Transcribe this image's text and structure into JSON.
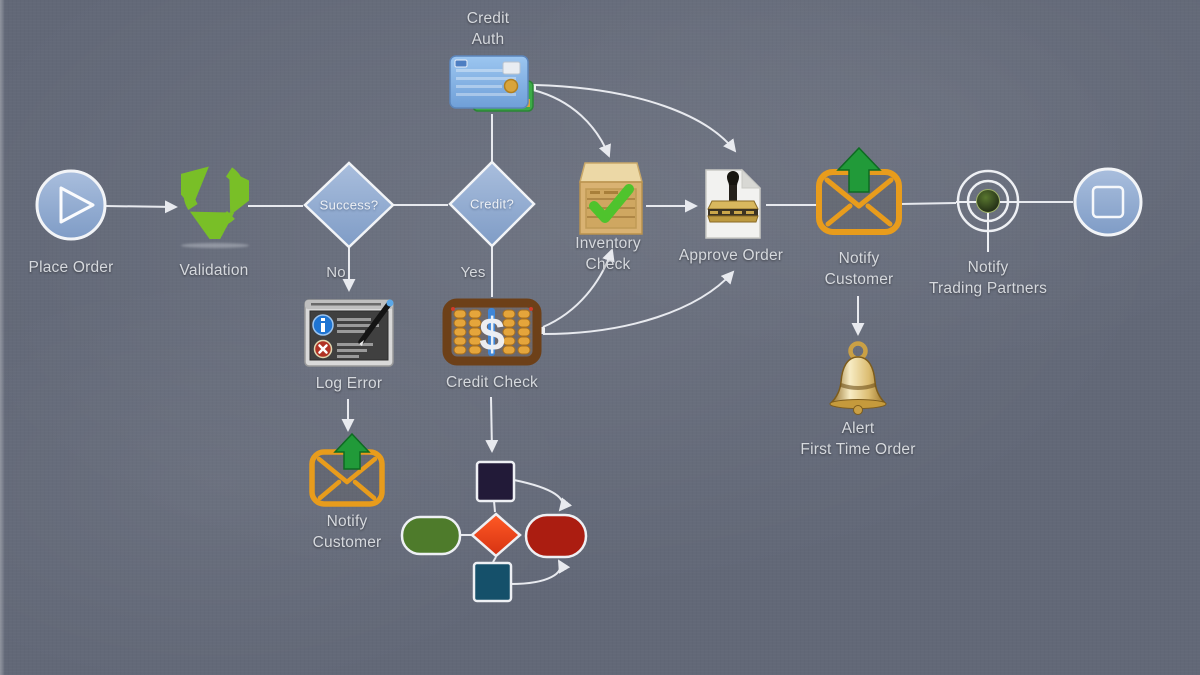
{
  "diagram": {
    "nodes": {
      "place_order": {
        "label": "Place Order"
      },
      "validation": {
        "label": "Validation"
      },
      "success_gateway": {
        "label": "Success?"
      },
      "credit_gateway": {
        "label": "Credit?"
      },
      "credit_auth": {
        "label": "Credit\nAuth"
      },
      "inventory_check": {
        "label": "Inventory\nCheck"
      },
      "approve_order": {
        "label": "Approve Order"
      },
      "notify_customer_main": {
        "label": "Notify\nCustomer"
      },
      "notify_trading_partners": {
        "label": "Notify\nTrading Partners"
      },
      "log_error": {
        "label": "Log Error"
      },
      "credit_check": {
        "label": "Credit Check",
        "icon_text": "$"
      },
      "notify_customer_error": {
        "label": "Notify\nCustomer"
      },
      "alert_first_time_order": {
        "label": "Alert\nFirst Time Order"
      }
    },
    "edge_labels": {
      "no": "No",
      "yes": "Yes"
    },
    "colors": {
      "background": "#626877",
      "node_fill": "#94aed3",
      "node_stroke": "#f2f4f7",
      "connector": "#e8eaef",
      "label_text": "#d6d9de",
      "validation_green": "#79bf27",
      "envelope_orange": "#e89c1c",
      "arrow_green": "#219a39",
      "box_tan": "#d9b272",
      "check_green": "#4fc32d",
      "abacus_frame_brown": "#6d4018",
      "abacus_beads_gold": "#e5a53b",
      "abacus_rod_blue": "#3e86d8",
      "bell_gold": "#caa045",
      "card_blue": "#7fb0e4",
      "card_green": "#3cab47",
      "info_blue": "#1e74d2",
      "error_red": "#b03224",
      "mini_square_purple": "#221a38",
      "mini_diamond_red": "#f03c1c",
      "mini_ellipse_green": "#4e7b2b",
      "mini_ellipse_red": "#ab1d11",
      "mini_square_teal": "#15506a"
    }
  }
}
